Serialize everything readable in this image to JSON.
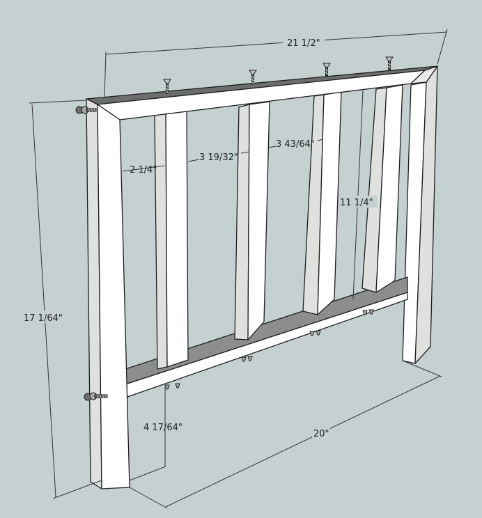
{
  "colors": {
    "background": "#c5d0d1",
    "wood_face": "#ffffff",
    "wood_side": "#dfe1df",
    "wood_shadow": "#cfd2d0",
    "top_surface": "#6b6e6b",
    "outline": "#1e1e1e",
    "dimension": "#333333"
  },
  "icons": [
    "screw-icon"
  ],
  "dimensions": {
    "overall_width": "21 1/2\"",
    "overall_height": "17 1/64\"",
    "bottom_width": "20\"",
    "end_slat_gap": "2 1/4\"",
    "slat_gap_1": "3 19/32\"",
    "slat_gap_2": "3 43/64\"",
    "slat_height": "11 1/4\"",
    "rail_height": "4 17/64\""
  }
}
